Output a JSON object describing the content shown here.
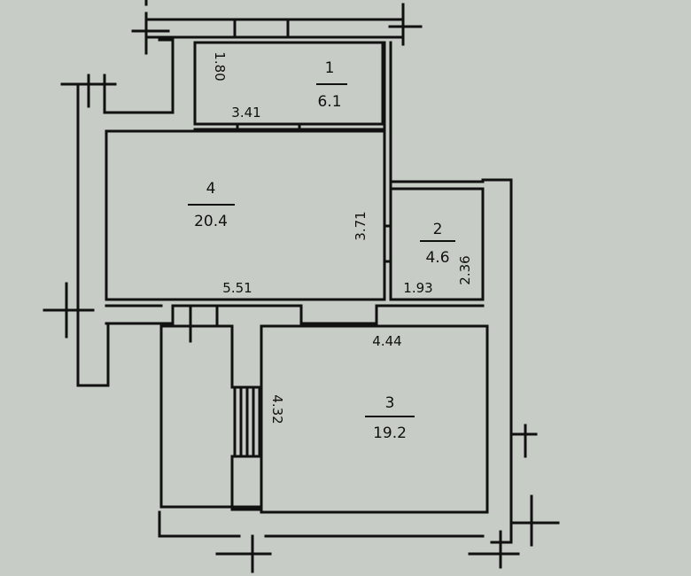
{
  "plan": {
    "rooms": [
      {
        "number": "1",
        "area": "6.1",
        "dims": [
          "1.80",
          "3.41"
        ]
      },
      {
        "number": "4",
        "area": "20.4",
        "dims": [
          "3.71",
          "5.51"
        ]
      },
      {
        "number": "2",
        "area": "4.6",
        "dims": [
          "1.93",
          "2.36"
        ]
      },
      {
        "number": "3",
        "area": "19.2",
        "dims": [
          "4.44",
          "4.32"
        ]
      }
    ]
  }
}
